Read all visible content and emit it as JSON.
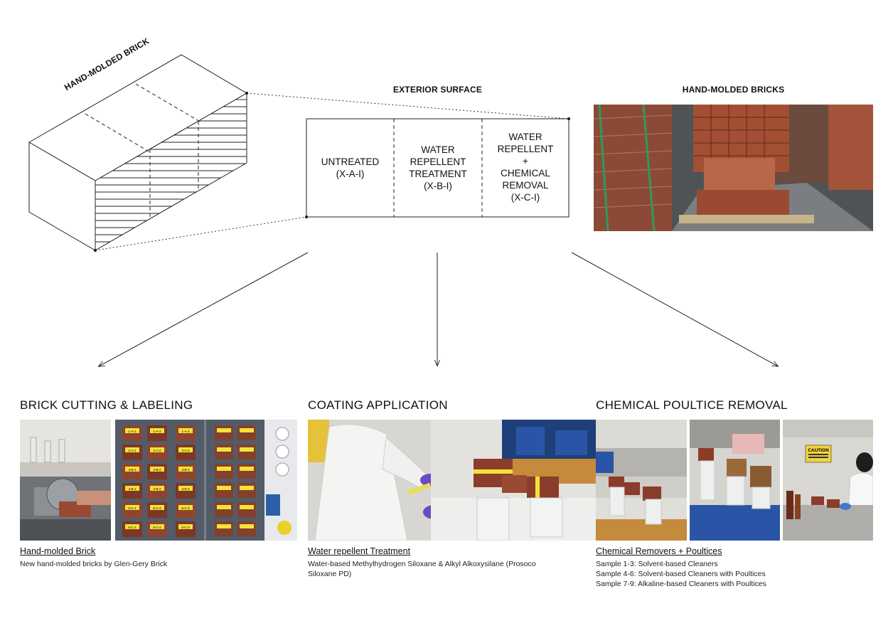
{
  "brick_label": "HAND-MOLDED BRICK",
  "surface": {
    "title": "EXTERIOR SURFACE",
    "zones": [
      {
        "lines": [
          "UNTREATED",
          "(X-A-I)"
        ]
      },
      {
        "lines": [
          "WATER",
          "REPELLENT",
          "TREATMENT",
          "(X-B-I)"
        ]
      },
      {
        "lines": [
          "WATER",
          "REPELLENT",
          "+",
          "CHEMICAL",
          "REMOVAL",
          "(X-C-I)"
        ]
      }
    ]
  },
  "bricks_photo_title": "HAND-MOLDED BRICKS",
  "sections": [
    {
      "title": "BRICK CUTTING & LABELING",
      "caption_title": "Hand-molded Brick",
      "caption_lines": [
        "New hand-molded bricks by Glen-Gery Brick"
      ]
    },
    {
      "title": "COATING APPLICATION",
      "caption_title": "Water repellent Treatment",
      "caption_lines": [
        "Water-based Methylhydrogen Siloxane & Alkyl Alkoxysilane (Prosoco",
        "Siloxane PD)"
      ]
    },
    {
      "title": "CHEMICAL POULTICE REMOVAL",
      "caption_title": "Chemical Removers + Poultices",
      "caption_lines": [
        "Sample 1-3: Solvent-based Cleaners",
        "Sample 4-6: Solvent-based Cleaners with Poultices",
        "Sample 7-9: Alkaline-based Cleaners with Poultices"
      ]
    }
  ],
  "photo_labels": {
    "tray_tags": [
      "1-A-1",
      "1-A-2",
      "1-A-3",
      "2-A-1",
      "2-A-2",
      "2-A-3",
      "3-B-1",
      "3-B-2",
      "3-B-3",
      "4-B-1",
      "4-B-2",
      "4-B-3",
      "5-C-1",
      "5-C-2",
      "5-C-3",
      "6-C-1",
      "6-C-2",
      "6-C-3"
    ],
    "caution_sign": "CAUTION"
  },
  "colors": {
    "brick": "#8a3d2a",
    "brick_light": "#b86a4e",
    "tag_yellow": "#f3e23a",
    "glove_purple": "#6a4bc4",
    "line": "#222222"
  }
}
